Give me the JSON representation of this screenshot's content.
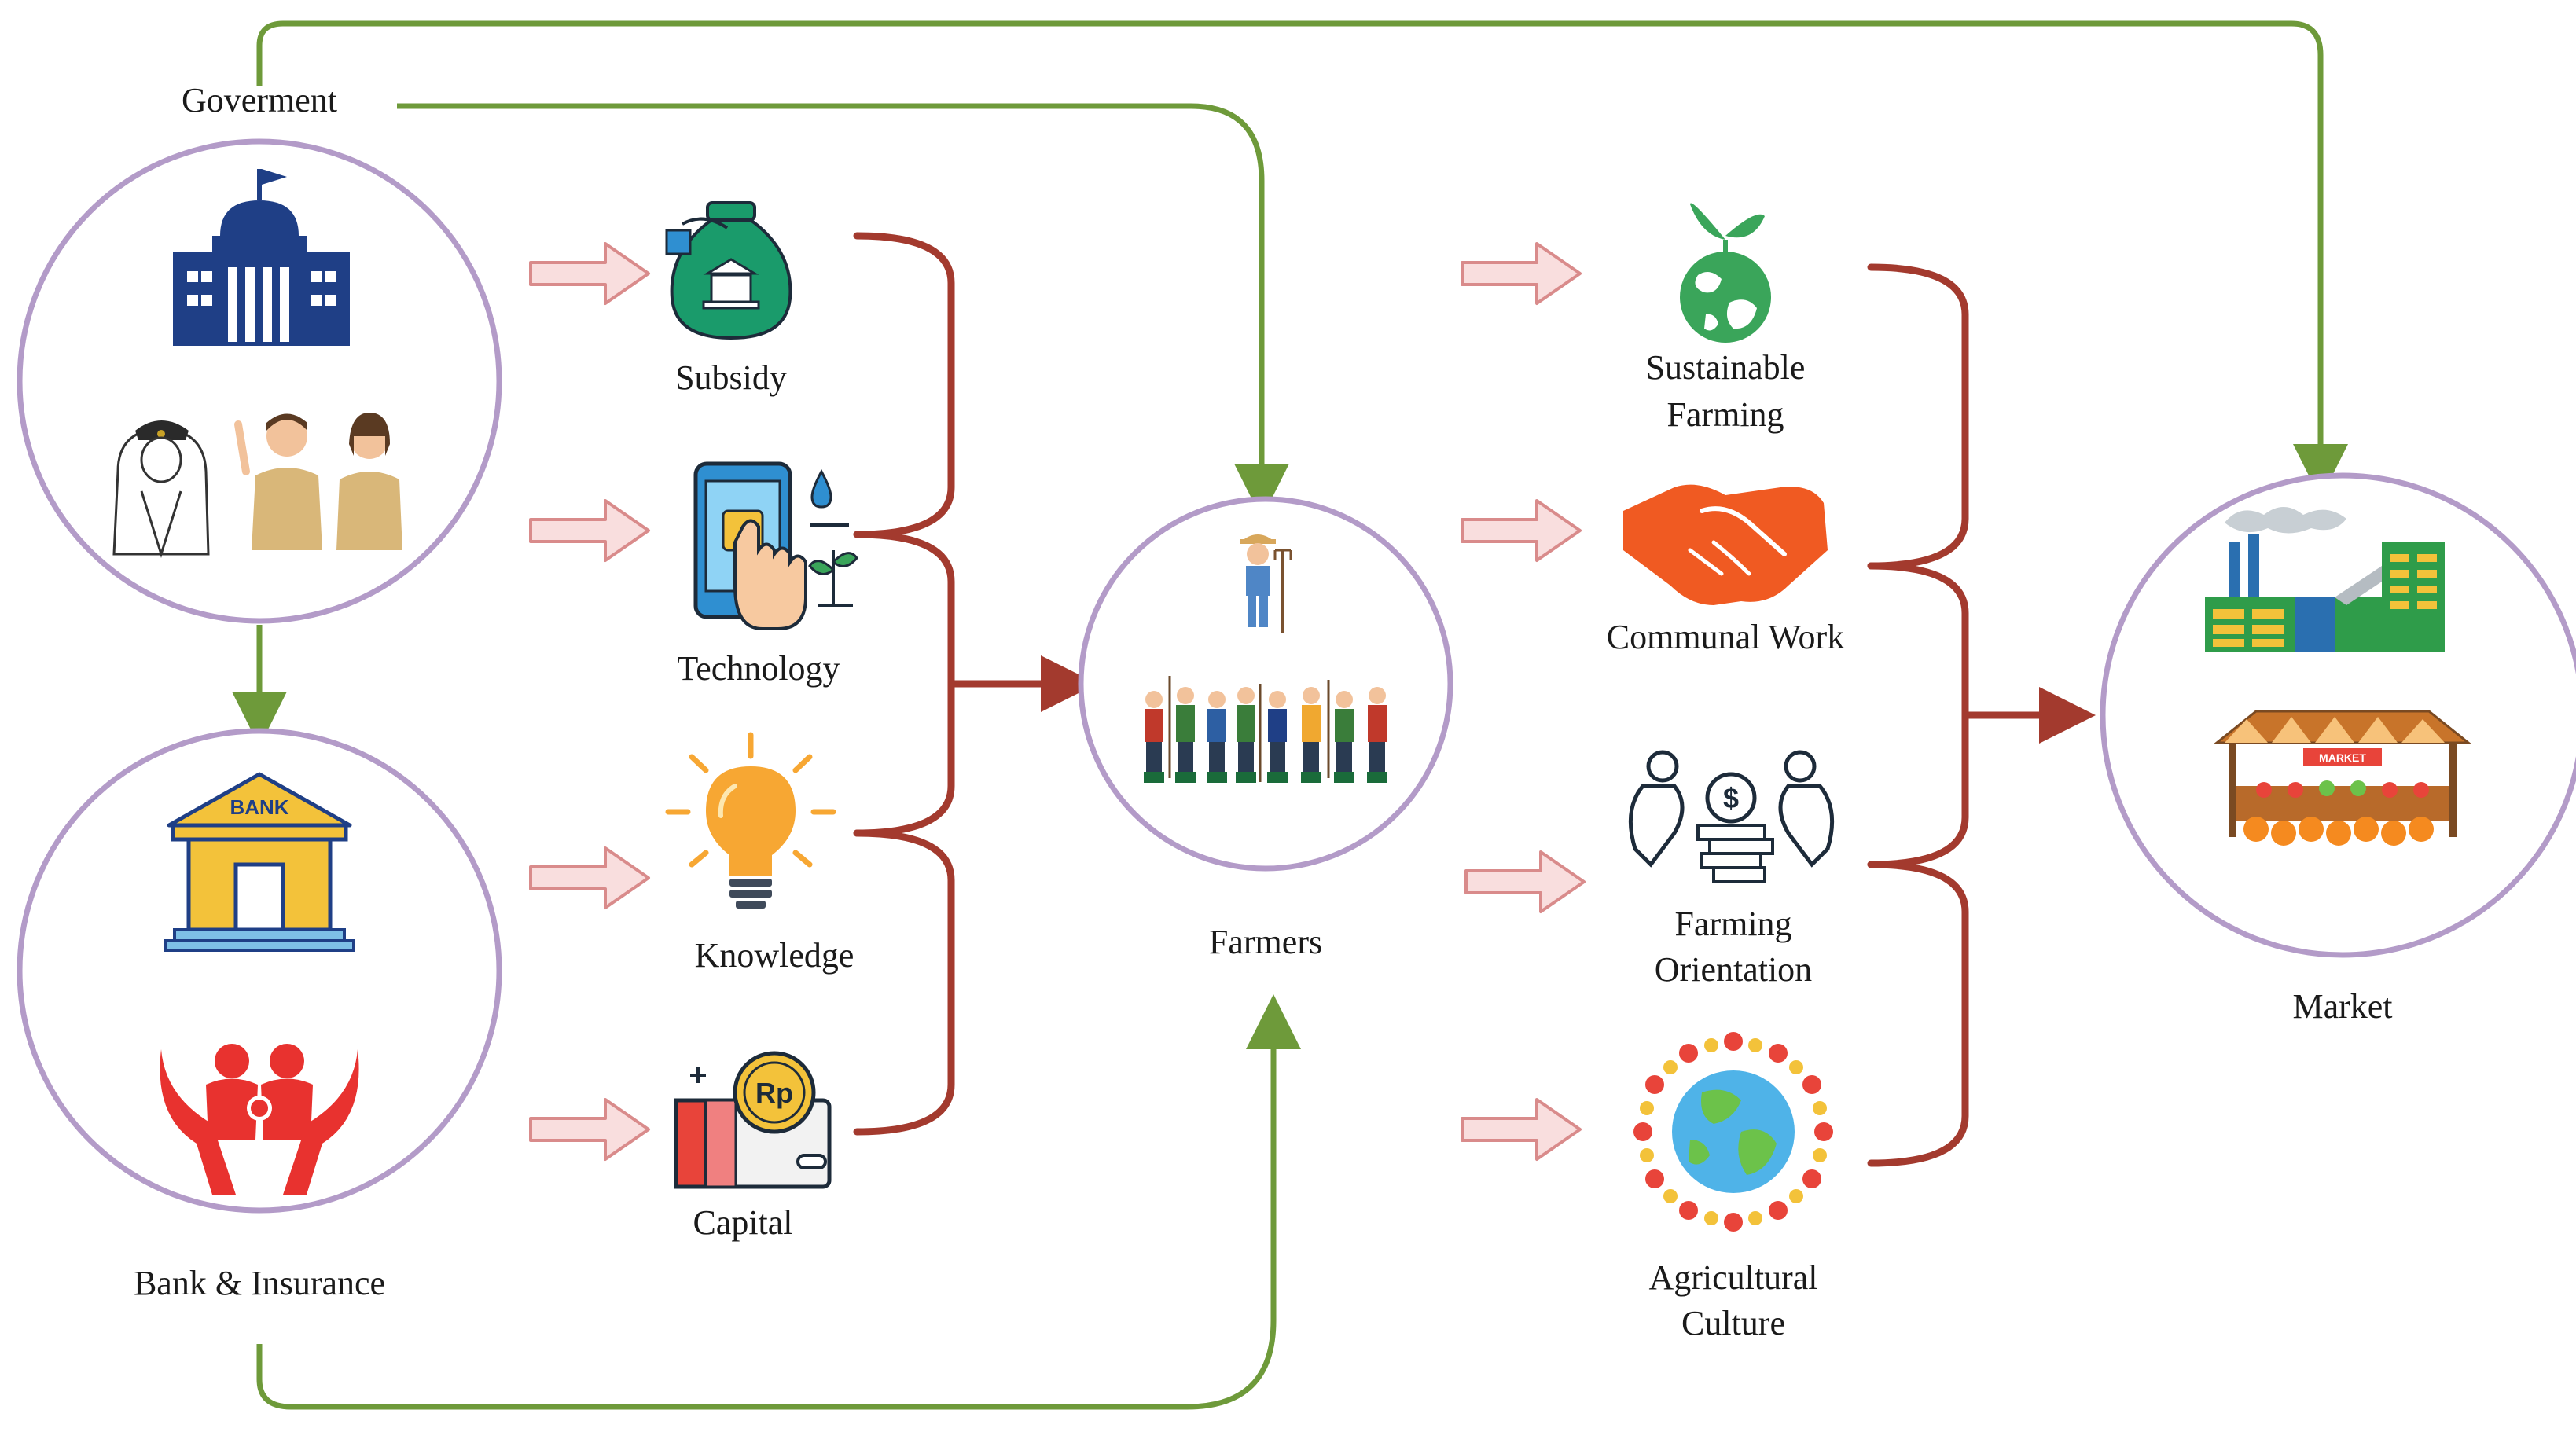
{
  "labels": {
    "government": "Goverment",
    "bank_insurance": "Bank & Insurance",
    "subsidy": "Subsidy",
    "technology": "Technology",
    "knowledge": "Knowledge",
    "capital": "Capital",
    "farmers": "Farmers",
    "sustainable_1": "Sustainable",
    "sustainable_2": "Farming",
    "communal_work": "Communal Work",
    "orientation_1": "Farming",
    "orientation_2": "Orientation",
    "culture_1": "Agricultural",
    "culture_2": "Culture",
    "market": "Market"
  },
  "icons": {
    "bank_sign": "BANK",
    "capital_coin": "Rp",
    "orientation_coin": "$",
    "market_banner": "MARKET"
  },
  "colors": {
    "green_flow": "#6e9a3a",
    "red_flow": "#a33a2e",
    "pink_arrow": "#e9a5a5",
    "circle_border": "#b39bc8",
    "navy": "#1f3f86",
    "orange": "#f05a22",
    "gold": "#f3c23a"
  }
}
